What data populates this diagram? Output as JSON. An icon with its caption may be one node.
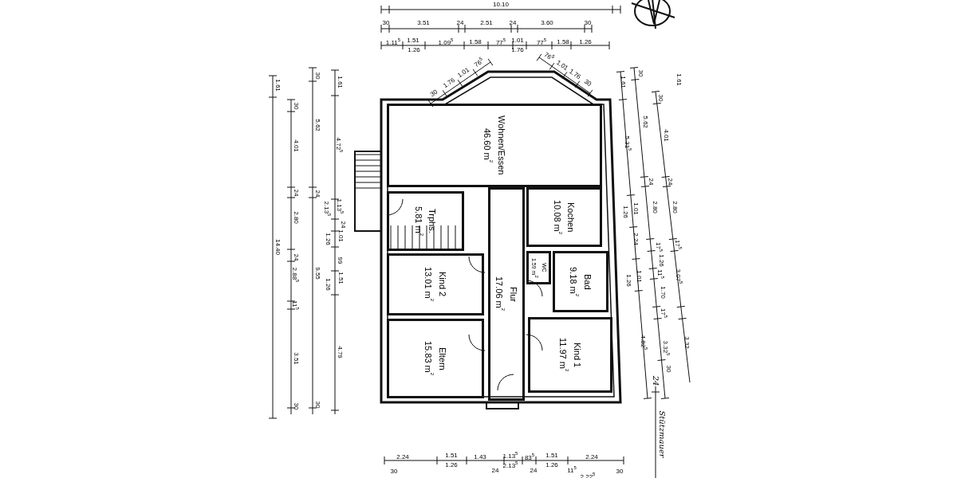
{
  "diagram": {
    "nodes": [
      {
        "text": [
          "Wohnen/Essen",
          "46.60 m$^{2}$"
        ]
      },
      {
        "text": [
          "Trphs.",
          "5.81 m$^{2}$"
        ]
      },
      {
        "text": [
          "Flur",
          "17.06 m$^{2}$"
        ]
      },
      {
        "text": [
          "Kochen",
          "10.08 m$^{2}$"
        ]
      },
      {
        "text": [
          "WC",
          "1.59 m$^{2}$"
        ]
      },
      {
        "text": [
          "Bad",
          "9.18 m$^{2}$"
        ]
      },
      {
        "text": [
          "Kind 2",
          "13.01 m$^{2}$"
        ]
      },
      {
        "text": [
          "Eltern",
          "15.83 m$^{2}$"
        ]
      },
      {
        "text": [
          "Kind 1",
          "11.97 m$^{2}$"
        ]
      }
    ],
    "labels": [
      "10.10",
      "30",
      "3.51",
      "24",
      "2.51",
      "24",
      "3.60",
      "30",
      "1.11$^{5}$",
      "1.51",
      "1.26",
      "1.09$^{5}$",
      "1.58",
      "77$^{5}$",
      "1.01",
      "1.76",
      "77$^{5}$",
      "1.58",
      "1.26",
      "30",
      "1.76",
      "1.01",
      "76$^{5}$",
      "76$^{5}$",
      "1.01",
      "1.76",
      "30",
      "1.61",
      "14.40",
      "30",
      "4.01",
      "24",
      "2.80",
      "24",
      "2.88$^{5}$",
      "11$^{5}$",
      "3.51",
      "30",
      "30",
      "5.62",
      "24",
      "9.55",
      "30",
      "1.61",
      "4.72$^{5}$",
      "1.13$^{5}$",
      "2.13$^{5}$",
      "24",
      "1.01",
      "1.26",
      "99",
      "1.51",
      "1.26",
      "4.79",
      "1.61",
      "5.31$^{5}$",
      "1.01",
      "1.26",
      "2.24",
      "1.01",
      "1.26",
      "4.82$^{5}$",
      "30",
      "5.62",
      "24",
      "2.80",
      "17$^{5}$",
      "1.26",
      "11$^{5}$",
      "1.70",
      "17$^{5}$",
      "3.32$^{5}$",
      "30",
      "1.61",
      "30",
      "4.01",
      "24",
      "2.80",
      "17$^{5}$",
      "3.07$^{5}$",
      "3.32",
      "24",
      "Stützmauer",
      "2.24",
      "1.51",
      "1.26",
      "1.43",
      "1.13$^{5}$",
      "2.13$^{5}$",
      "83$^{5}$",
      "1.51",
      "1.26",
      "2.24",
      "30",
      "24",
      "24",
      "11$^{5}$",
      "2.22$^{5}$",
      "30"
    ]
  }
}
